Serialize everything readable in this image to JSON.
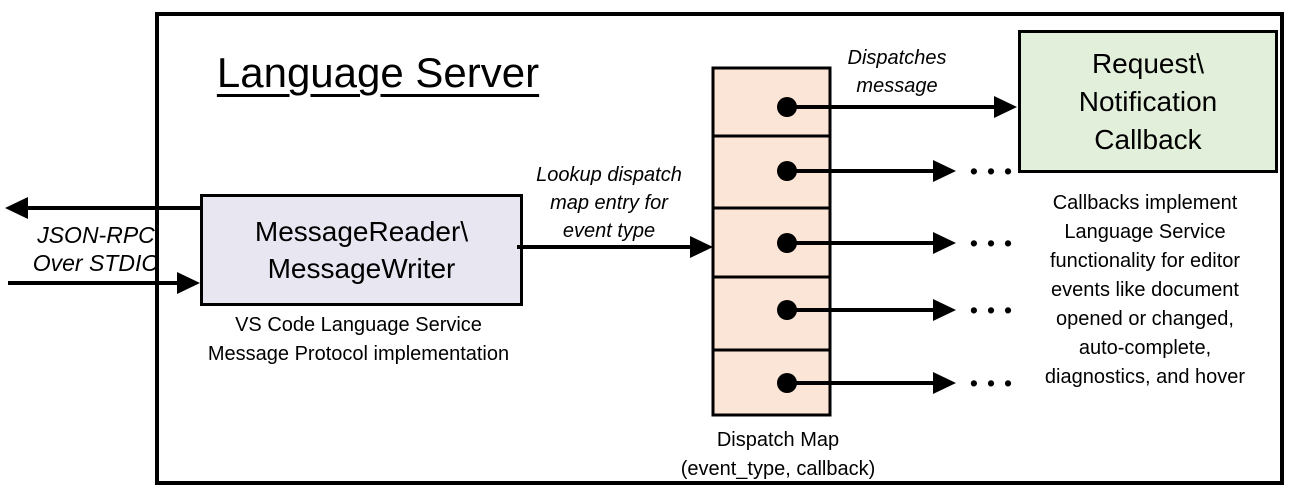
{
  "diagram": {
    "title": "Language Server",
    "left_io": {
      "label": "JSON-RPC\nOver STDIO"
    },
    "message_box": {
      "label": "MessageReader\\\nMessageWriter",
      "caption": "VS Code Language Service\nMessage Protocol implementation"
    },
    "lookup_label": "Lookup dispatch\nmap entry for\nevent type",
    "dispatches_label": "Dispatches\nmessage",
    "dispatch_map": {
      "label": "Dispatch Map\n(event_type, callback)",
      "cell_count": 5
    },
    "callback_box": {
      "label": "Request\\\nNotification\nCallback",
      "caption": "Callbacks implement\nLanguage Service\nfunctionality for editor\nevents like document\nopened or changed,\nauto-complete,\ndiagnostics, and hover"
    },
    "ellipsis": "•••",
    "colors": {
      "stroke": "#000000",
      "message_box_fill": "#e8e6f0",
      "dispatch_map_fill": "#fbe5d6",
      "callback_box_fill": "#e2efda"
    }
  }
}
